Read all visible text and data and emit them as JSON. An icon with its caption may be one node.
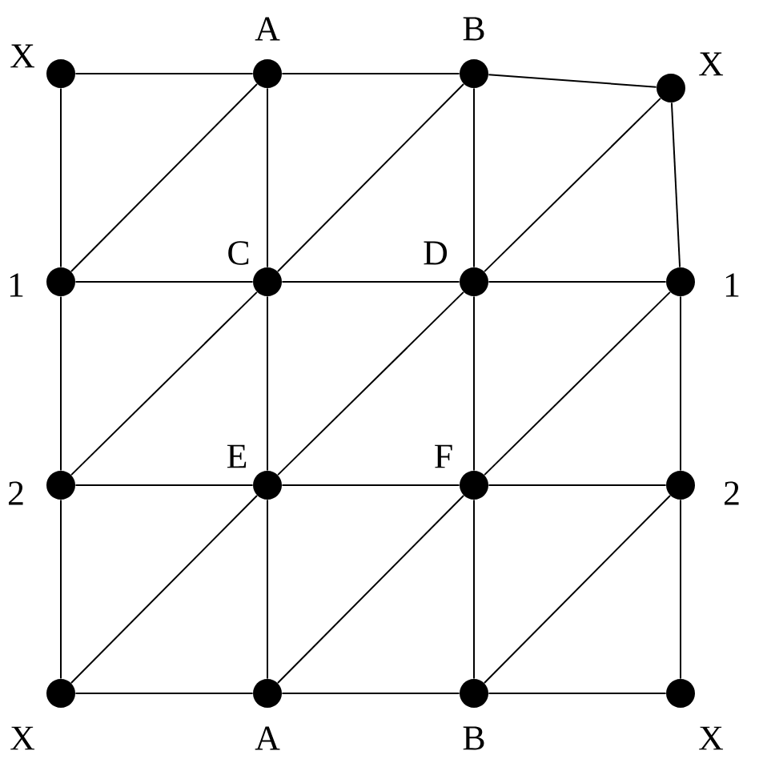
{
  "diagram": {
    "nodes": [
      {
        "text": [],
        "shape": "circle",
        "beside": [
          "X"
        ]
      },
      {
        "text": [],
        "shape": "circle",
        "beside": [
          "A"
        ]
      },
      {
        "text": [],
        "shape": "circle",
        "beside": [
          "B"
        ]
      },
      {
        "text": [],
        "shape": "circle",
        "beside": [
          "X"
        ]
      },
      {
        "text": [],
        "shape": "circle",
        "beside": [
          "1"
        ]
      },
      {
        "text": [],
        "shape": "circle",
        "beside": [
          "C"
        ]
      },
      {
        "text": [],
        "shape": "circle",
        "beside": [
          "D"
        ]
      },
      {
        "text": [],
        "shape": "circle",
        "beside": [
          "1"
        ]
      },
      {
        "text": [],
        "shape": "circle",
        "beside": [
          "2"
        ]
      },
      {
        "text": [],
        "shape": "circle",
        "beside": [
          "E"
        ]
      },
      {
        "text": [],
        "shape": "circle",
        "beside": [
          "F"
        ]
      },
      {
        "text": [],
        "shape": "circle",
        "beside": [
          "2"
        ]
      },
      {
        "text": [],
        "shape": "circle",
        "beside": [
          "X"
        ]
      },
      {
        "text": [],
        "shape": "circle",
        "beside": [
          "A"
        ]
      },
      {
        "text": [],
        "shape": "circle",
        "beside": [
          "B"
        ]
      },
      {
        "text": [],
        "shape": "circle",
        "beside": [
          "X"
        ]
      }
    ],
    "edges": [
      {
        "from": 0,
        "to": 1,
        "arrow": "none"
      },
      {
        "from": 1,
        "to": 2,
        "arrow": "none"
      },
      {
        "from": 2,
        "to": 3,
        "arrow": "none"
      },
      {
        "from": 4,
        "to": 5,
        "arrow": "none"
      },
      {
        "from": 5,
        "to": 6,
        "arrow": "none"
      },
      {
        "from": 6,
        "to": 7,
        "arrow": "none"
      },
      {
        "from": 8,
        "to": 9,
        "arrow": "none"
      },
      {
        "from": 9,
        "to": 10,
        "arrow": "none"
      },
      {
        "from": 10,
        "to": 11,
        "arrow": "none"
      },
      {
        "from": 12,
        "to": 13,
        "arrow": "none"
      },
      {
        "from": 13,
        "to": 14,
        "arrow": "none"
      },
      {
        "from": 14,
        "to": 15,
        "arrow": "none"
      },
      {
        "from": 0,
        "to": 4,
        "arrow": "none"
      },
      {
        "from": 4,
        "to": 8,
        "arrow": "none"
      },
      {
        "from": 8,
        "to": 12,
        "arrow": "none"
      },
      {
        "from": 1,
        "to": 5,
        "arrow": "none"
      },
      {
        "from": 5,
        "to": 9,
        "arrow": "none"
      },
      {
        "from": 9,
        "to": 13,
        "arrow": "none"
      },
      {
        "from": 2,
        "to": 6,
        "arrow": "none"
      },
      {
        "from": 6,
        "to": 10,
        "arrow": "none"
      },
      {
        "from": 10,
        "to": 14,
        "arrow": "none"
      },
      {
        "from": 3,
        "to": 7,
        "arrow": "none"
      },
      {
        "from": 7,
        "to": 11,
        "arrow": "none"
      },
      {
        "from": 11,
        "to": 15,
        "arrow": "none"
      },
      {
        "from": 4,
        "to": 1,
        "arrow": "none"
      },
      {
        "from": 5,
        "to": 2,
        "arrow": "none"
      },
      {
        "from": 6,
        "to": 3,
        "arrow": "none"
      },
      {
        "from": 8,
        "to": 5,
        "arrow": "none"
      },
      {
        "from": 9,
        "to": 6,
        "arrow": "none"
      },
      {
        "from": 10,
        "to": 7,
        "arrow": "none"
      },
      {
        "from": 12,
        "to": 9,
        "arrow": "none"
      },
      {
        "from": 13,
        "to": 10,
        "arrow": "none"
      },
      {
        "from": 14,
        "to": 11,
        "arrow": "none"
      }
    ]
  }
}
